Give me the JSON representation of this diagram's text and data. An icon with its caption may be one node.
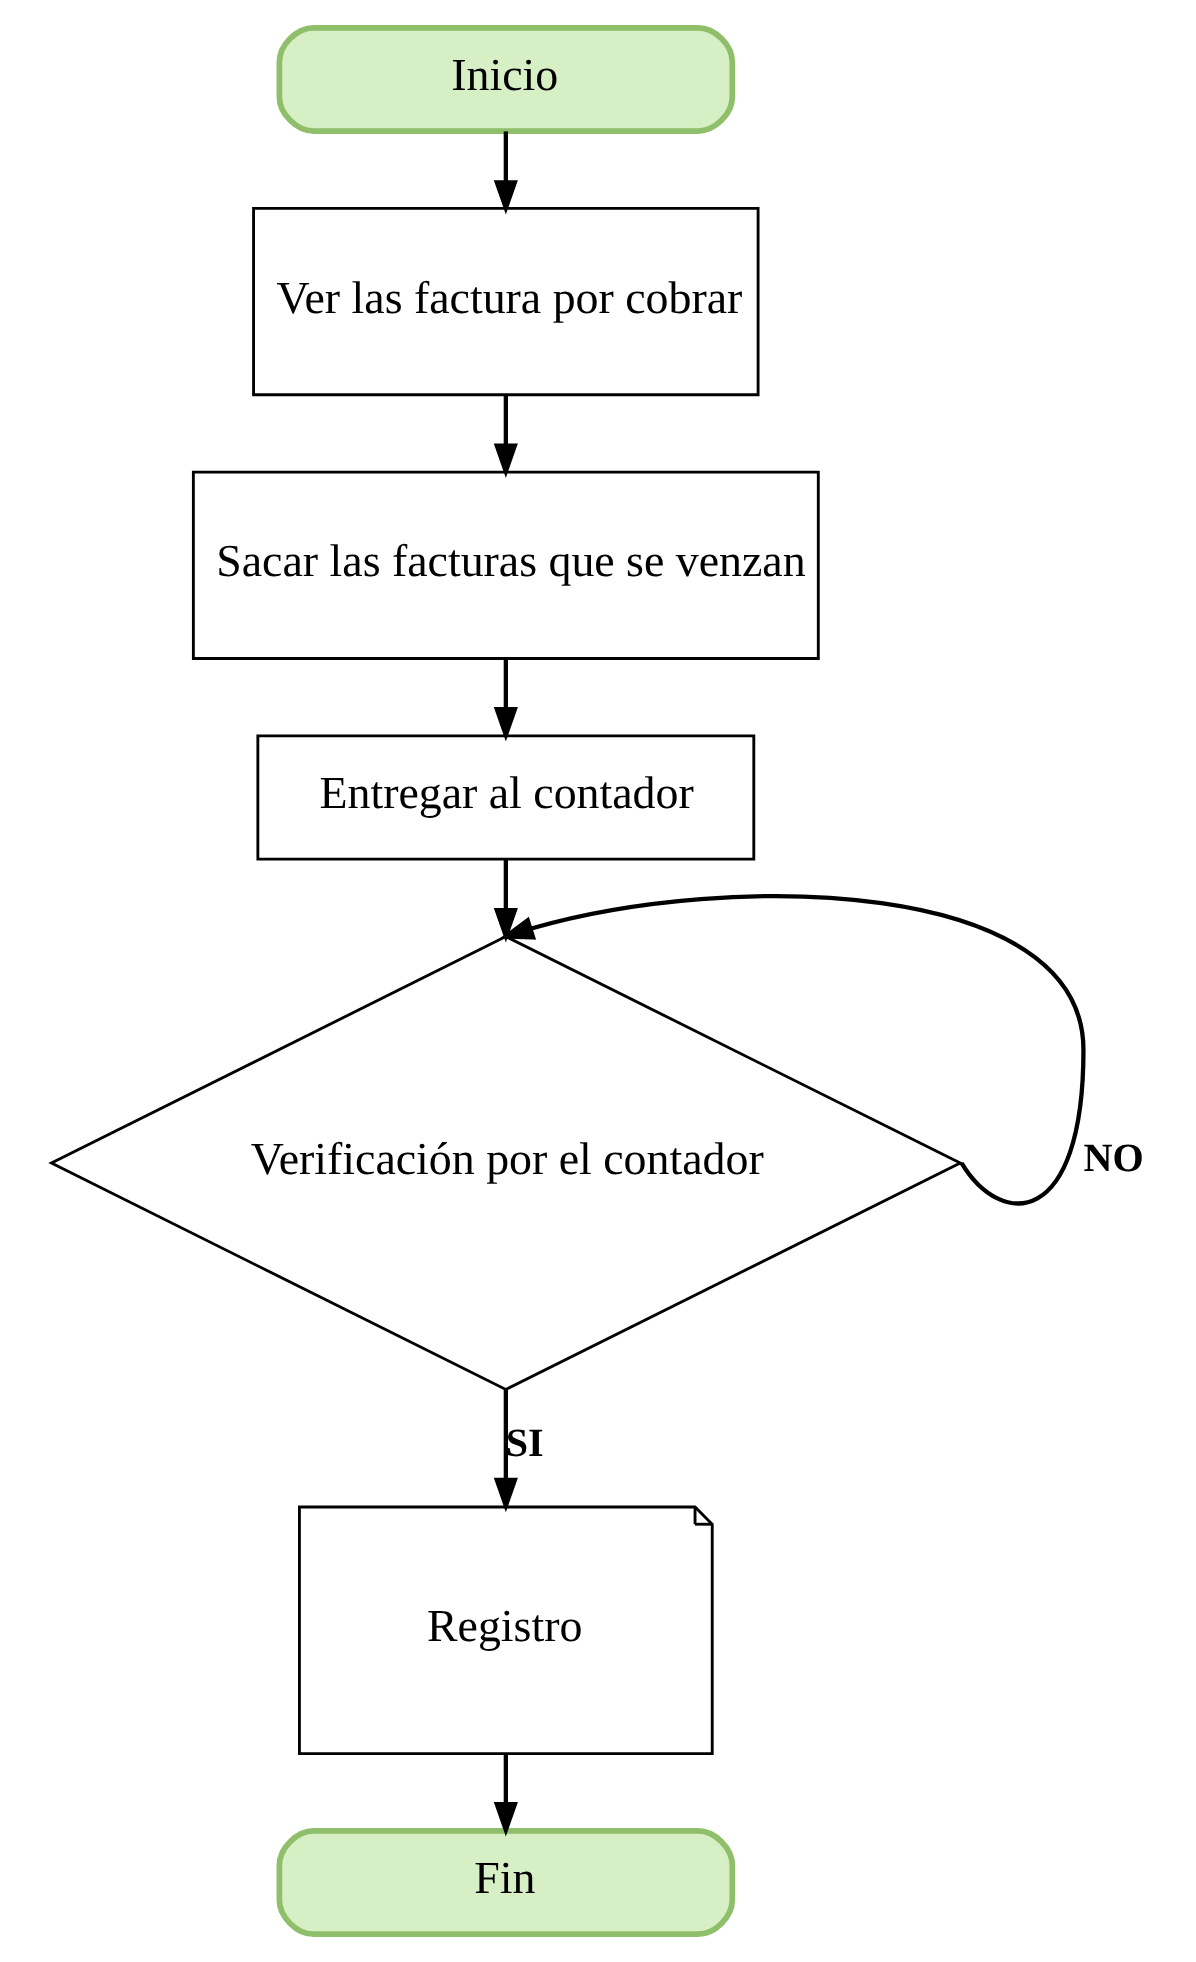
{
  "diagram": {
    "nodes": [
      {
        "text": [
          "Inicio"
        ]
      },
      {
        "text": [
          "Ver las factura por cobrar"
        ]
      },
      {
        "text": [
          "Sacar las facturas que se venzan"
        ]
      },
      {
        "text": [
          "Entregar al contador"
        ]
      },
      {
        "text": [
          "Verificación por el contador"
        ]
      },
      {
        "text": [
          "Registro"
        ]
      },
      {
        "text": [
          "Fin"
        ]
      }
    ],
    "edges": [
      {
        "from": 0,
        "to": 1,
        "arrow": "to"
      },
      {
        "from": 1,
        "to": 2,
        "arrow": "to"
      },
      {
        "from": 2,
        "to": 3,
        "arrow": "to"
      },
      {
        "from": 3,
        "to": 4,
        "arrow": "to"
      },
      {
        "from": 4,
        "to": 4,
        "arrow": "to",
        "label": "NO"
      },
      {
        "from": 4,
        "to": 5,
        "arrow": "to",
        "label": "SI"
      },
      {
        "from": 5,
        "to": 6,
        "arrow": "to"
      }
    ]
  }
}
